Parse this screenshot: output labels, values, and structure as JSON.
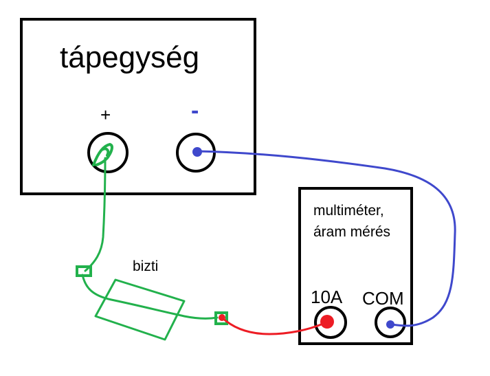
{
  "power_supply": {
    "title": "tápegység",
    "plus_label": "+",
    "minus_label": "-"
  },
  "multimeter": {
    "title_line1": "multiméter,",
    "title_line2": "áram mérés",
    "jack_10a_label": "10A",
    "jack_com_label": "COM"
  },
  "fuse": {
    "label": "bizti"
  },
  "colors": {
    "frame": "#000000",
    "wire_positive": "#22b14c",
    "wire_negative": "#3f48cc",
    "wire_measure": "#ed1c24"
  }
}
